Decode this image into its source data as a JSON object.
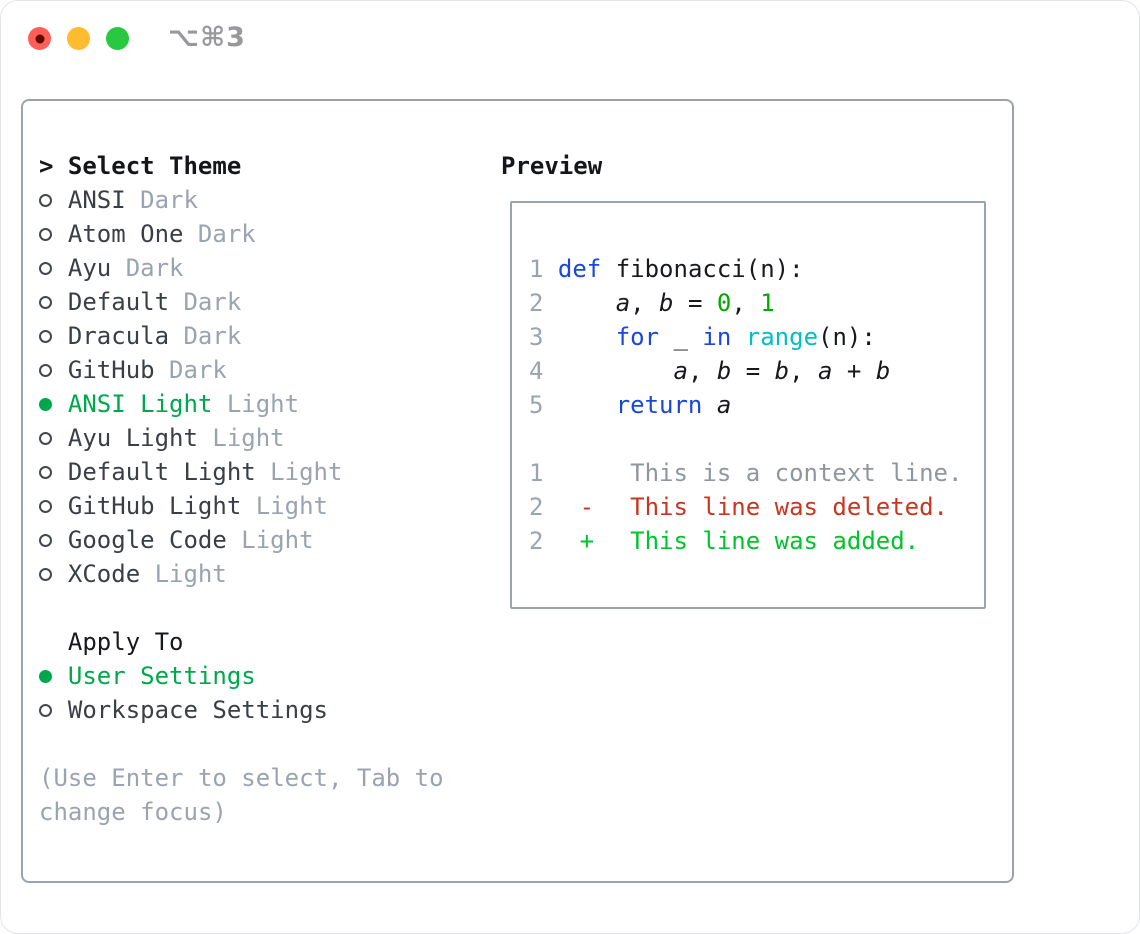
{
  "window": {
    "shortcut_label": "⌥⌘3"
  },
  "colors": {
    "accent_green": "#00a84c",
    "added_green": "#00c42e",
    "deleted_red": "#c9351f",
    "keyword_blue": "#1a46db",
    "builtin_cyan": "#00bfc7",
    "number_green": "#00ab00",
    "muted_gray": "#9aa4b0",
    "context_gray": "#8e979f",
    "traffic_red": "#ff5f57",
    "traffic_yellow": "#febc2e",
    "traffic_green": "#28c840"
  },
  "theme_panel": {
    "prompt": ">",
    "header": "Select Theme",
    "items": [
      {
        "name": "ANSI",
        "badge": "Dark",
        "selected": false
      },
      {
        "name": "Atom One",
        "badge": "Dark",
        "selected": false
      },
      {
        "name": "Ayu",
        "badge": "Dark",
        "selected": false
      },
      {
        "name": "Default",
        "badge": "Dark",
        "selected": false
      },
      {
        "name": "Dracula",
        "badge": "Dark",
        "selected": false
      },
      {
        "name": "GitHub",
        "badge": "Dark",
        "selected": false
      },
      {
        "name": "ANSI Light",
        "badge": "Light",
        "selected": true
      },
      {
        "name": "Ayu Light",
        "badge": "Light",
        "selected": false
      },
      {
        "name": "Default Light",
        "badge": "Light",
        "selected": false
      },
      {
        "name": "GitHub Light",
        "badge": "Light",
        "selected": false
      },
      {
        "name": "Google Code",
        "badge": "Light",
        "selected": false
      },
      {
        "name": "XCode",
        "badge": "Light",
        "selected": false
      }
    ],
    "apply_to": {
      "header": "Apply To",
      "options": [
        {
          "name": "User Settings",
          "selected": true
        },
        {
          "name": "Workspace Settings",
          "selected": false
        }
      ]
    },
    "hint_lines": [
      "(Use Enter to select, Tab to",
      "change focus)"
    ]
  },
  "preview": {
    "title": "Preview",
    "code_lines": [
      {
        "num": "1",
        "tokens": [
          {
            "c": "kw",
            "t": "def"
          },
          {
            "c": "pl",
            "t": " fibonacci(n):"
          }
        ]
      },
      {
        "num": "2",
        "tokens": [
          {
            "c": "pl",
            "t": "    "
          },
          {
            "c": "var",
            "t": "a"
          },
          {
            "c": "pl",
            "t": ", "
          },
          {
            "c": "var",
            "t": "b"
          },
          {
            "c": "pl",
            "t": " = "
          },
          {
            "c": "num",
            "t": "0"
          },
          {
            "c": "pl",
            "t": ", "
          },
          {
            "c": "num",
            "t": "1"
          }
        ]
      },
      {
        "num": "3",
        "tokens": [
          {
            "c": "pl",
            "t": "    "
          },
          {
            "c": "kw",
            "t": "for"
          },
          {
            "c": "pl",
            "t": " _ "
          },
          {
            "c": "kw",
            "t": "in"
          },
          {
            "c": "pl",
            "t": " "
          },
          {
            "c": "fn",
            "t": "range"
          },
          {
            "c": "pl",
            "t": "(n):"
          }
        ]
      },
      {
        "num": "4",
        "tokens": [
          {
            "c": "pl",
            "t": "        "
          },
          {
            "c": "var",
            "t": "a"
          },
          {
            "c": "pl",
            "t": ", "
          },
          {
            "c": "var",
            "t": "b"
          },
          {
            "c": "pl",
            "t": " = "
          },
          {
            "c": "var",
            "t": "b"
          },
          {
            "c": "pl",
            "t": ", "
          },
          {
            "c": "var",
            "t": "a"
          },
          {
            "c": "pl",
            "t": " + "
          },
          {
            "c": "var",
            "t": "b"
          }
        ]
      },
      {
        "num": "5",
        "tokens": [
          {
            "c": "pl",
            "t": "    "
          },
          {
            "c": "kw",
            "t": "return"
          },
          {
            "c": "pl",
            "t": " "
          },
          {
            "c": "var",
            "t": "a"
          }
        ]
      }
    ],
    "diff_lines": [
      {
        "num": "1",
        "sign": "",
        "kind": "context",
        "text": "This is a context line."
      },
      {
        "num": "2",
        "sign": "-",
        "kind": "deleted",
        "text": "This line was deleted."
      },
      {
        "num": "2",
        "sign": "+",
        "kind": "added",
        "text": "This line was added."
      }
    ]
  }
}
